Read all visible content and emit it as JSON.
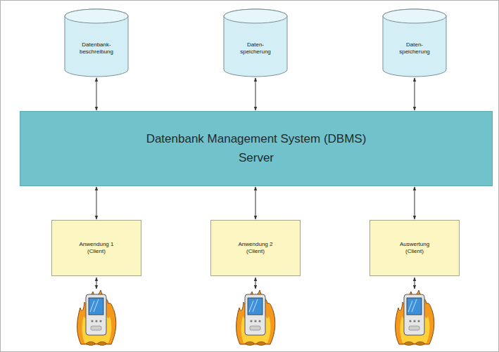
{
  "diagram": {
    "nodes": [
      {
        "text": [
          "Datenbank- beschreibung"
        ]
      },
      {
        "text": [
          "Daten- speicherung"
        ]
      },
      {
        "text": [
          "Daten- speicherung"
        ]
      },
      {
        "text": [
          "Datenbank Management System (DBMS)",
          "Server"
        ]
      },
      {
        "text": [
          "Anwendung 1 (Client)"
        ]
      },
      {
        "text": [
          "Anwendung 2 (Client)"
        ]
      },
      {
        "text": [
          "Auswertung (Client)"
        ]
      }
    ],
    "edges": [
      {
        "from": 0,
        "to": 3,
        "arrow": "both"
      },
      {
        "from": 1,
        "to": 3,
        "arrow": "both"
      },
      {
        "from": 2,
        "to": 3,
        "arrow": "both"
      },
      {
        "from": 3,
        "to": 4,
        "arrow": "both"
      },
      {
        "from": 3,
        "to": 5,
        "arrow": "both"
      },
      {
        "from": 3,
        "to": 6,
        "arrow": "both"
      }
    ]
  }
}
